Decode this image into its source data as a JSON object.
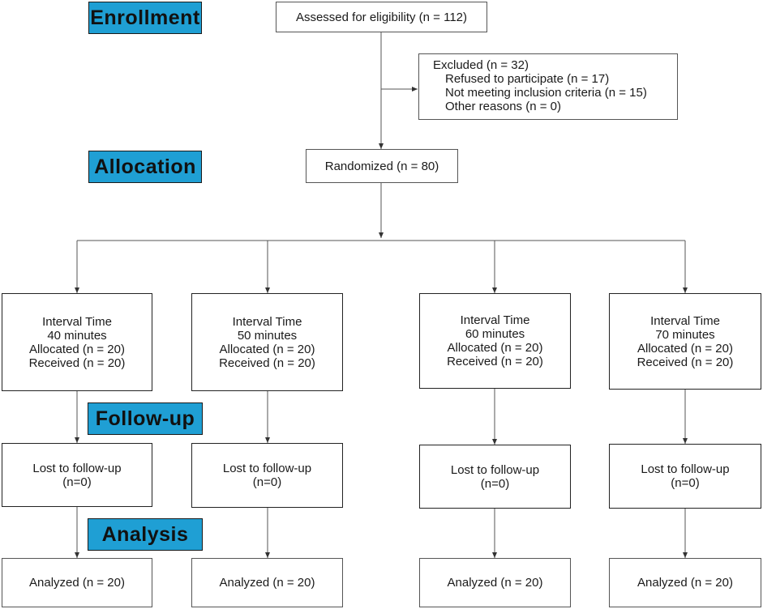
{
  "stages": {
    "enrollment": "Enrollment",
    "allocation": "Allocation",
    "followup": "Follow-up",
    "analysis": "Analysis"
  },
  "assessed": "Assessed for eligibility (n = 112)",
  "excluded": {
    "title": "Excluded (n = 32)",
    "items": [
      "Refused to participate (n = 17)",
      "Not meeting inclusion  criteria (n = 15)",
      "Other reasons (n = 0)"
    ]
  },
  "randomized": "Randomized (n = 80)",
  "arms": [
    {
      "title": "Interval Time",
      "time": "40 minutes",
      "allocated": "Allocated (n = 20)",
      "received": "Received (n = 20)",
      "lost": "Lost to follow-up",
      "lost_n": "(n=0)",
      "analyzed": "Analyzed (n = 20)"
    },
    {
      "title": "Interval Time",
      "time": "50 minutes",
      "allocated": "Allocated (n = 20)",
      "received": "Received (n = 20)",
      "lost": "Lost to follow-up",
      "lost_n": "(n=0)",
      "analyzed": "Analyzed (n = 20)"
    },
    {
      "title": "Interval Time",
      "time": "60 minutes",
      "allocated": "Allocated (n = 20)",
      "received": "Received (n = 20)",
      "lost": "Lost to follow-up",
      "lost_n": "(n=0)",
      "analyzed": "Analyzed (n = 20)"
    },
    {
      "title": "Interval Time",
      "time": "70 minutes",
      "allocated": "Allocated (n = 20)",
      "received": "Received (n = 20)",
      "lost": "Lost to follow-up",
      "lost_n": "(n=0)",
      "analyzed": "Analyzed (n = 20)"
    }
  ],
  "colors": {
    "stage_fill": "#1f9fd4",
    "line": "#555555"
  }
}
